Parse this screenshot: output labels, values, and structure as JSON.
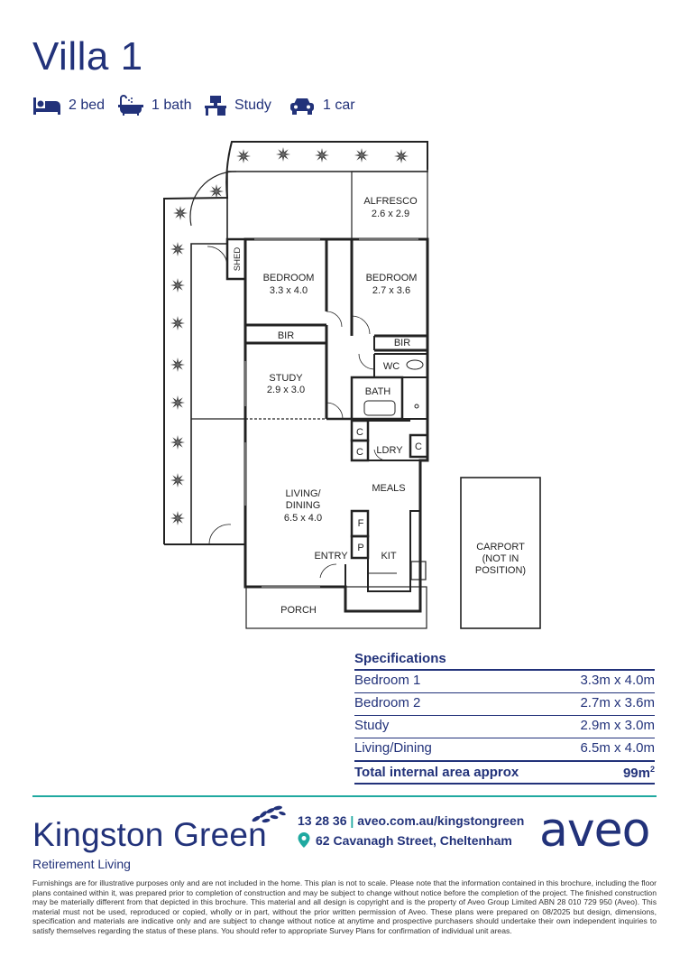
{
  "title": "Villa 1",
  "features": [
    {
      "icon": "bed-icon",
      "label": "2 bed"
    },
    {
      "icon": "bath-icon",
      "label": "1 bath"
    },
    {
      "icon": "desk-icon",
      "label": "Study"
    },
    {
      "icon": "car-icon",
      "label": "1 car"
    }
  ],
  "plan": {
    "alfresco": {
      "name": "ALFRESCO",
      "size": "2.6 x 2.9"
    },
    "shed": "SHED",
    "bedroom1": {
      "name": "BEDROOM",
      "size": "3.3 x 4.0"
    },
    "bedroom2": {
      "name": "BEDROOM",
      "size": "2.7 x 3.6"
    },
    "bir": "BIR",
    "wc": "WC",
    "study": {
      "name": "STUDY",
      "size": "2.9 x 3.0"
    },
    "bath": "BATH",
    "c": "C",
    "ldry": "LDRY",
    "living_line1": "LIVING/",
    "living_line2": "DINING",
    "living_size": "6.5 x 4.0",
    "meals": "MEALS",
    "f": "F",
    "p": "P",
    "entry": "ENTRY",
    "kit": "KIT",
    "porch": "PORCH",
    "carport_line1": "CARPORT",
    "carport_line2": "(NOT IN",
    "carport_line3": "POSITION)"
  },
  "specifications": {
    "title": "Specifications",
    "rows": [
      {
        "label": "Bedroom 1",
        "value": "3.3m x 4.0m"
      },
      {
        "label": "Bedroom 2",
        "value": "2.7m x 3.6m"
      },
      {
        "label": "Study",
        "value": "2.9m x 3.0m"
      },
      {
        "label": "Living/Dining",
        "value": "6.5m x 4.0m"
      }
    ],
    "total_label": "Total internal area approx",
    "total_value": "99m",
    "total_unit_sup": "2"
  },
  "footer": {
    "brand": "Kingston Green",
    "brand_sub": "Retirement Living",
    "phone": "13 28 36",
    "separator": "|",
    "website": "aveo.com.au/kingstongreen",
    "address": "62 Cavanagh Street, Cheltenham",
    "logo_text": "aveo",
    "disclaimer": "Furnishings are for illustrative purposes only and are not included in the home. This plan is not to scale. Please note that the information contained in this brochure, including the floor plans contained within it, was prepared prior to completion of construction and may be subject to change without notice before the completion of the project. The finished construction may be materially different from that depicted in this brochure. This material and all design is copyright and is the property of Aveo Group Limited ABN 28 010 729 950 (Aveo). This material must not be used, reproduced or copied, wholly or in part, without the prior written permission of Aveo. These plans were prepared on 08/2025 but design, dimensions, specification and materials are indicative only and are subject to change without notice at anytime and prospective purchasers should undertake their own independent inquiries to satisfy themselves regarding the status of these plans. You should refer to appropriate Survey Plans for confirmation of individual unit areas."
  },
  "colors": {
    "navy": "#22327a",
    "teal": "#1fa9a0"
  }
}
